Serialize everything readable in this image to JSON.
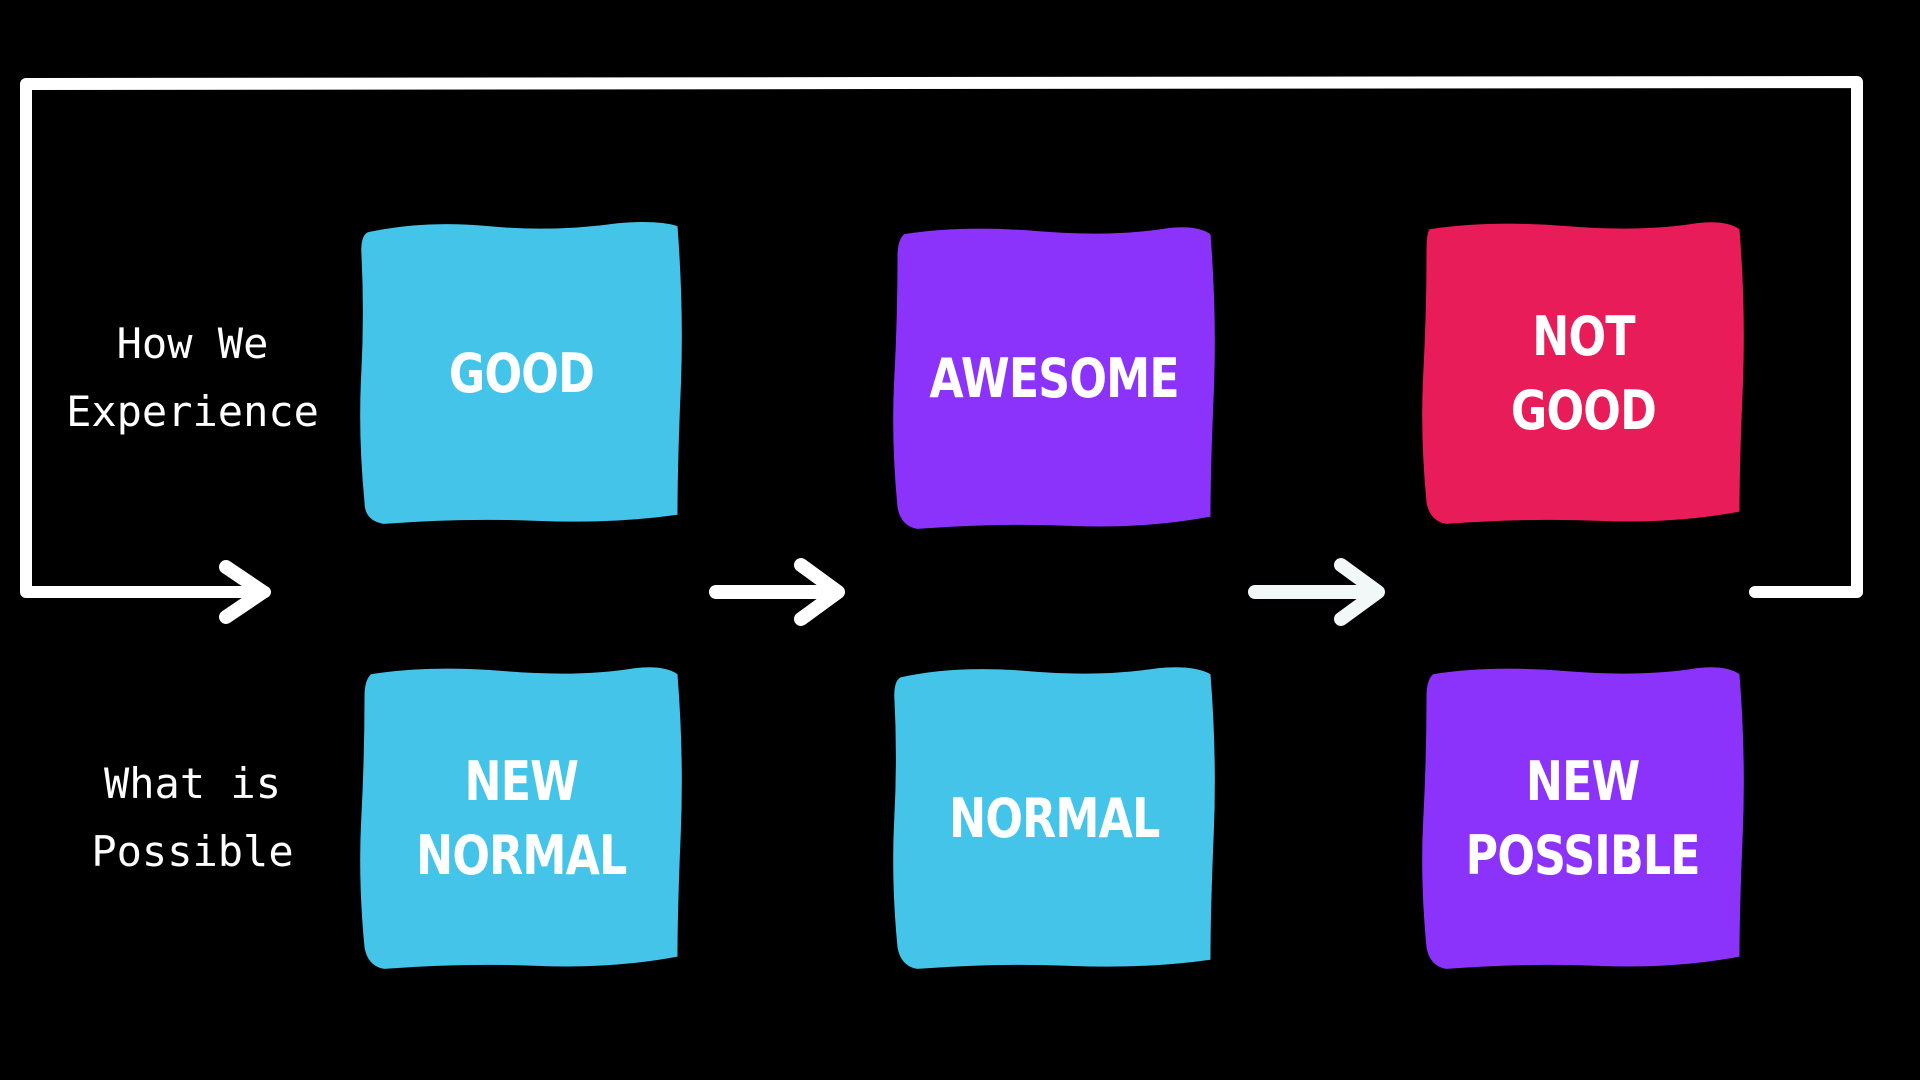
{
  "colors": {
    "background": "#000000",
    "line": "#ffffff",
    "blue": "#45c4ea",
    "purple": "#8c33fb",
    "red": "#e71c59"
  },
  "row_labels": {
    "top": {
      "line1": "How We",
      "line2": "Experience"
    },
    "bottom": {
      "line1": "What is",
      "line2": "Possible"
    }
  },
  "boxes": {
    "top_1": {
      "line1": "GOOD",
      "line2": "",
      "color": "blue"
    },
    "top_2": {
      "line1": "AWESOME",
      "line2": "",
      "color": "purple"
    },
    "top_3": {
      "line1": "NOT",
      "line2": "GOOD",
      "color": "red"
    },
    "bottom_1": {
      "line1": "NEW",
      "line2": "NORMAL",
      "color": "blue"
    },
    "bottom_2": {
      "line1": "NORMAL",
      "line2": "",
      "color": "blue"
    },
    "bottom_3": {
      "line1": "NEW",
      "line2": "POSSIBLE",
      "color": "purple"
    }
  }
}
